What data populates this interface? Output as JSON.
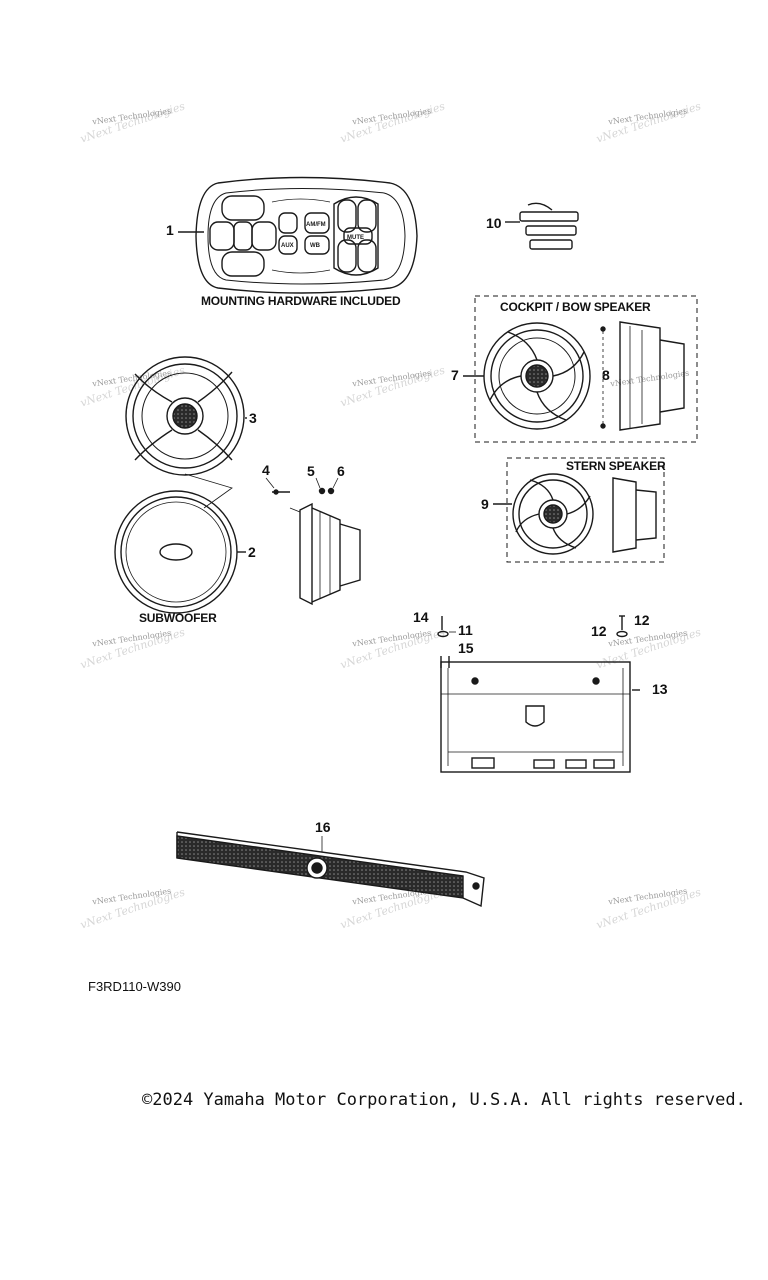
{
  "diagram": {
    "callouts": [
      "1",
      "2",
      "3",
      "4",
      "5",
      "6",
      "7",
      "8",
      "9",
      "10",
      "11",
      "12",
      "12",
      "13",
      "14",
      "15",
      "16"
    ],
    "captions": {
      "mounting": "MOUNTING HARDWARE INCLUDED",
      "cockpit": "COCKPIT / BOW SPEAKER",
      "stern": "STERN SPEAKER",
      "subwoofer": "SUBWOOFER"
    },
    "remote_buttons": {
      "amfm": "AM/FM",
      "aux": "AUX",
      "wb": "WB",
      "mute": "MUTE"
    },
    "watermark": "vNext Technologies",
    "diagram_code": "F3RD110-W390"
  },
  "footer": {
    "copyright": "©2024 Yamaha Motor Corporation, U.S.A. All rights reserved."
  }
}
